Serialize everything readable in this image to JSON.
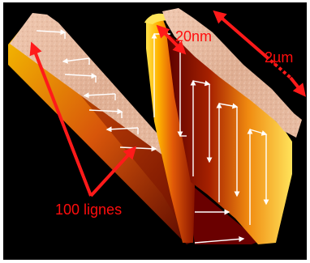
{
  "figure": {
    "labels": {
      "depth": "20nm",
      "width": "2µm",
      "lines": "100 lignes"
    },
    "colors": {
      "background": "#000000",
      "surface_top": "#e3b59a",
      "wall_bright": "#ffd400",
      "wall_mid": "#e24a08",
      "wall_dark": "#4a0000",
      "annotation": "#ff1a1a",
      "scan_arrows": "#ffffff"
    }
  }
}
